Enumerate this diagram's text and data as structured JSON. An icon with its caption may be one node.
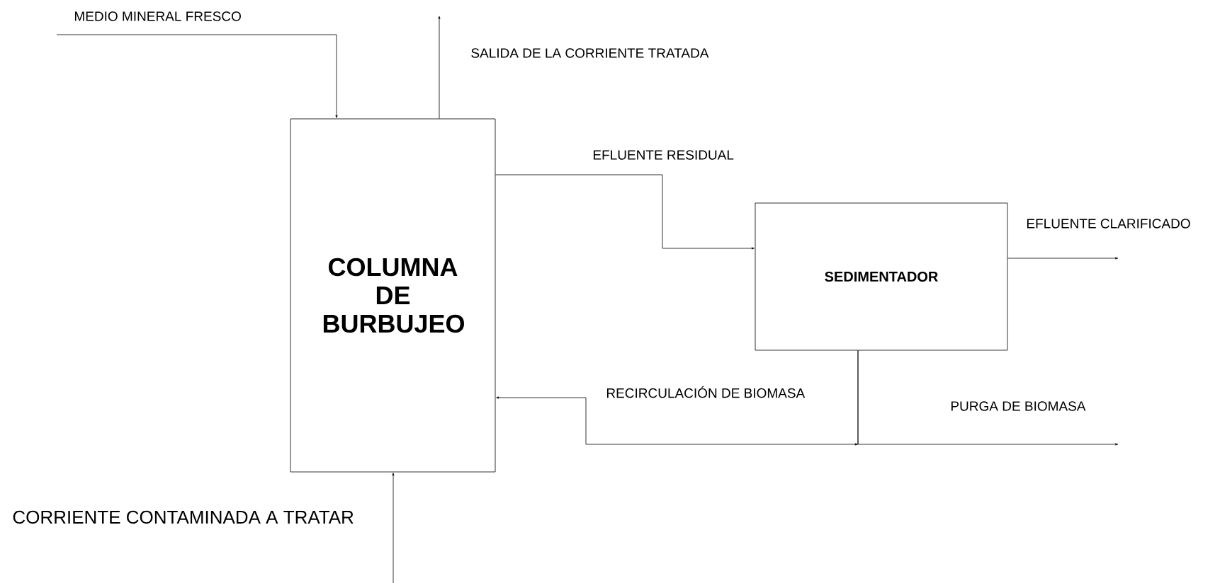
{
  "diagram": {
    "nodes": [
      {
        "text": [
          "COLUMNA DE BURBUJEO"
        ]
      },
      {
        "text": [
          "SEDIMENTADOR"
        ]
      }
    ],
    "edges": [
      {
        "from": null,
        "to": 0,
        "arrow": "to",
        "label": "MEDIO MINERAL FRESCO"
      },
      {
        "from": 0,
        "to": null,
        "arrow": "to",
        "label": "SALIDA DE LA CORRIENTE TRATADA"
      },
      {
        "from": 0,
        "to": 1,
        "arrow": "to",
        "label": "EFLUENTE RESIDUAL"
      },
      {
        "from": 1,
        "to": null,
        "arrow": "to",
        "label": "EFLUENTE CLARIFICADO"
      },
      {
        "from": 1,
        "to": 0,
        "arrow": "to",
        "label": "RECIRCULACIÓN DE BIOMASA"
      },
      {
        "from": 1,
        "to": null,
        "arrow": "to",
        "label": "PURGA DE BIOMASA"
      },
      {
        "from": null,
        "to": 0,
        "arrow": "to",
        "label": "CORRIENTE CONTAMINADA A TRATAR"
      }
    ]
  }
}
